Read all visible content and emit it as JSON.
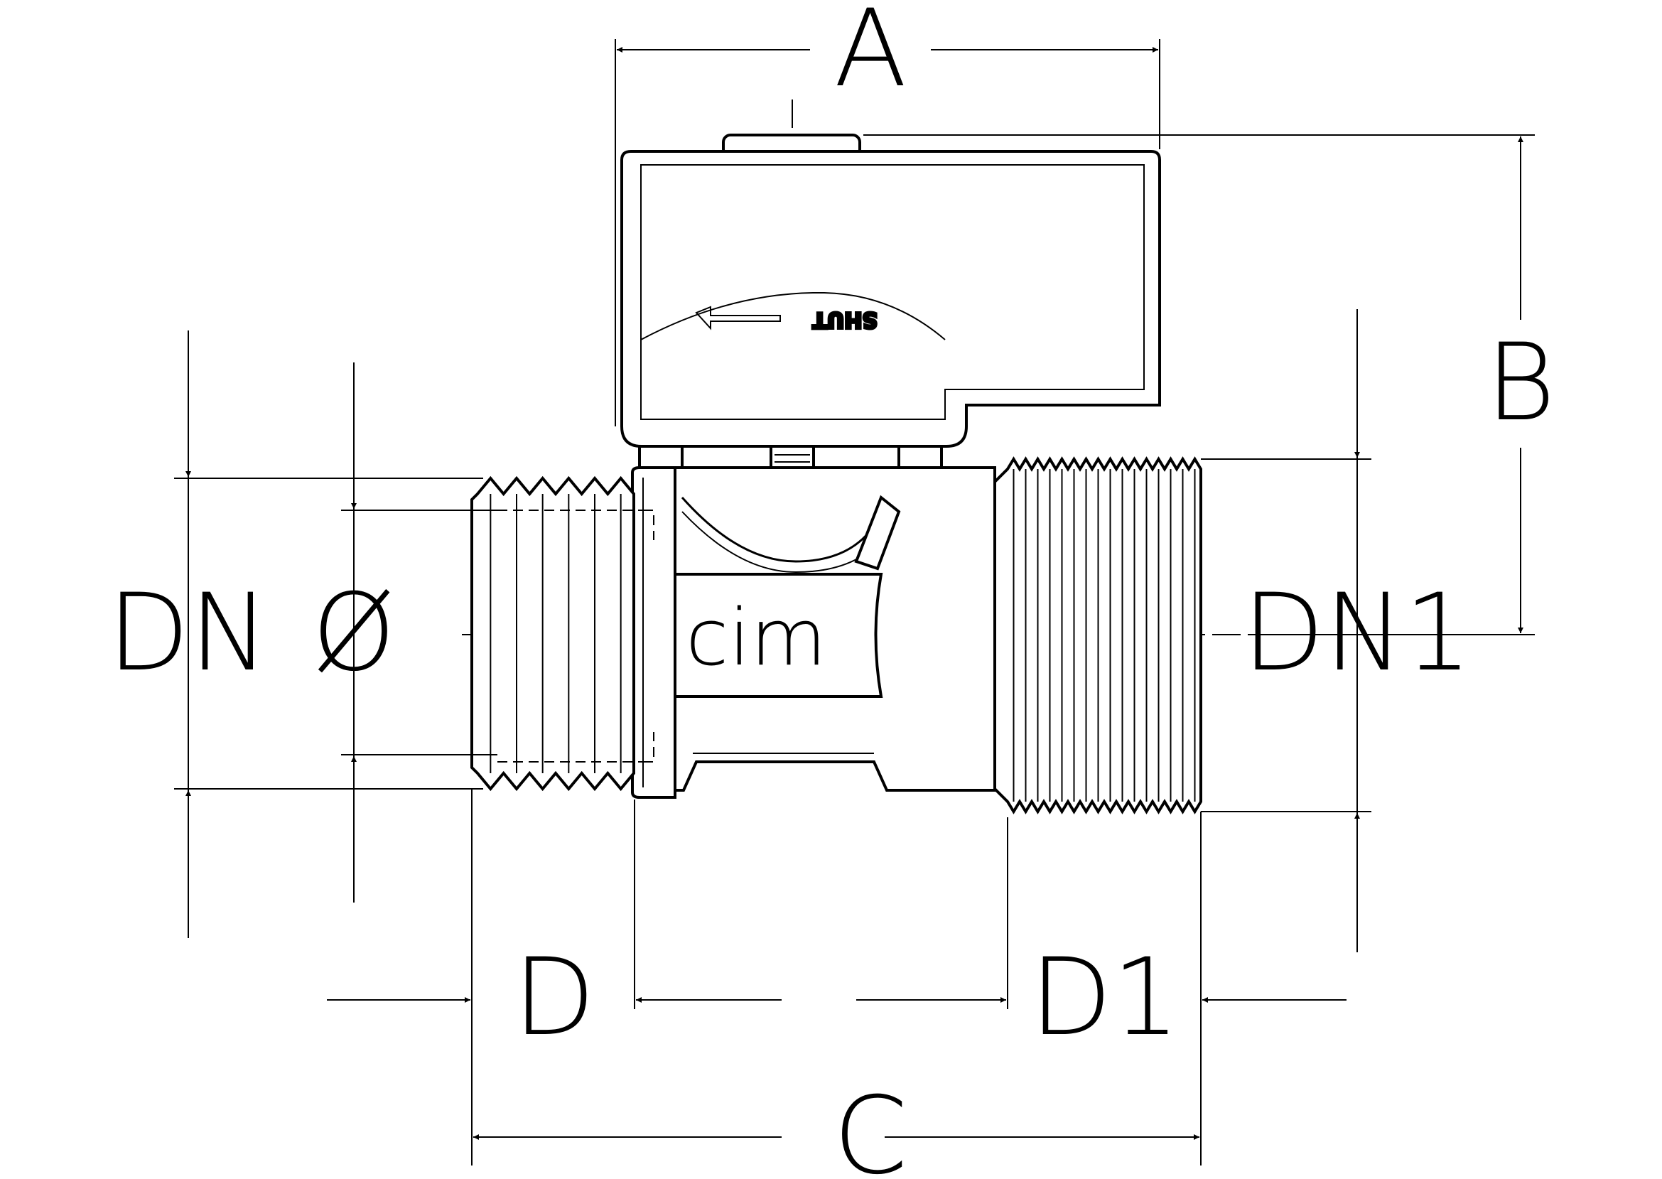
{
  "labels": {
    "A": "A",
    "B": "B",
    "C": "C",
    "D": "D",
    "D1": "D1",
    "DN": "DN",
    "DIAMETER": "Ø",
    "DN1": "DN1"
  },
  "brand": {
    "logo_text": "cim",
    "handle_marking": "SHUT"
  }
}
